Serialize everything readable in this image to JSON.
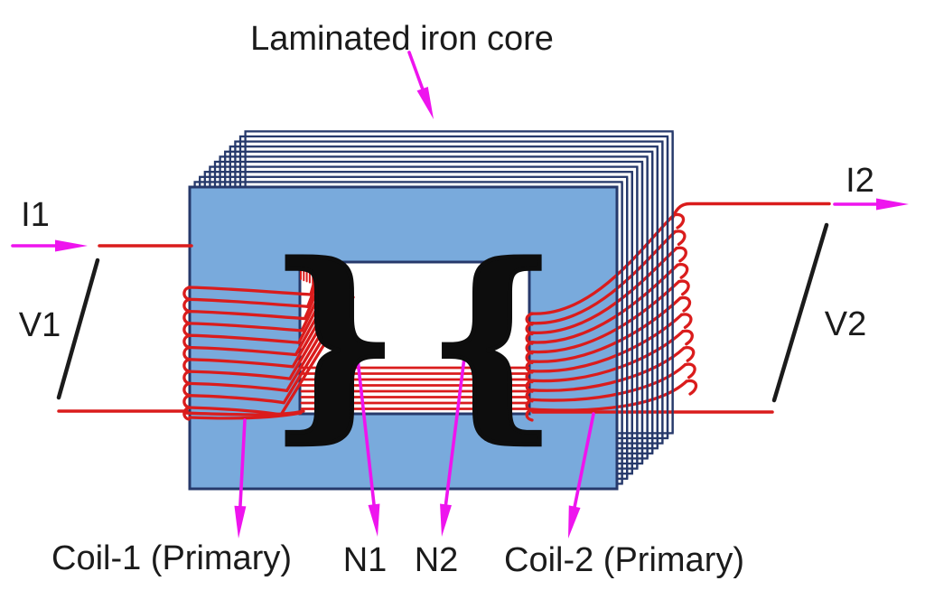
{
  "diagram": {
    "title": "Laminated iron core",
    "left": {
      "current": "I1",
      "voltage": "V1"
    },
    "right": {
      "current": "I2",
      "voltage": "V2"
    },
    "bottom": {
      "coil1": "Coil-1 (Primary)",
      "n1": "N1",
      "n2": "N2",
      "coil2": "Coil-2 (Primary)"
    },
    "braces": {
      "left_glyph": "}",
      "right_glyph": "{"
    },
    "colors": {
      "core_fill": "#79aadc",
      "core_outline": "#26396b",
      "wire": "#da1c1c",
      "arrow": "#ee14ee",
      "ink": "#1b1b1b"
    }
  }
}
